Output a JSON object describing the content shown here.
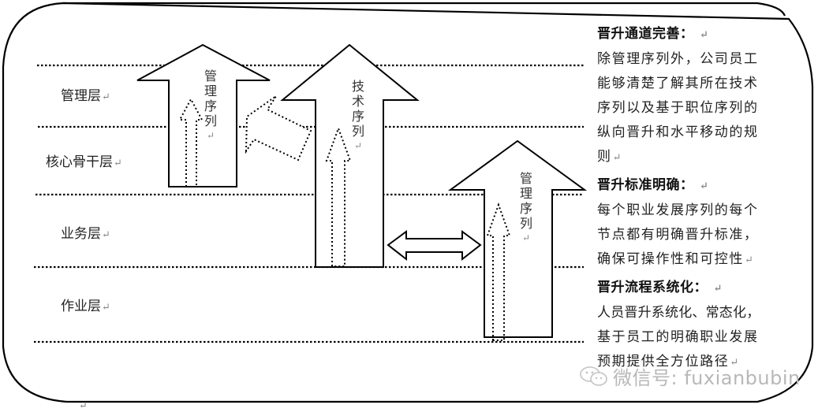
{
  "layers": [
    {
      "label": "管理层"
    },
    {
      "label": "核心骨干层"
    },
    {
      "label": "业务层"
    },
    {
      "label": "作业层"
    }
  ],
  "paragraph_mark": "↵",
  "sequence_mark": "↵",
  "sequences": [
    {
      "label": "管理序列"
    },
    {
      "label": "技术序列"
    },
    {
      "label": "管理序列"
    }
  ],
  "panel": {
    "sections": [
      {
        "title": "晋升通道完善：",
        "lines": [
          "除管理序列外，公司员工",
          "能够清楚了解其所在技术",
          "序列以及基于职位序列的",
          "纵向晋升和水平移动的规",
          "则"
        ]
      },
      {
        "title": "晋升标准明确：",
        "lines": [
          "每个职业发展序列的每个",
          "节点都有明确晋升标准，",
          "确保可操作性和可控性"
        ]
      },
      {
        "title": "晋升流程系统化：",
        "lines": [
          "人员晋升系统化、常态化，",
          "基于员工的明确职业发展",
          "预期提供全方位路径"
        ]
      }
    ]
  },
  "watermark": {
    "text": "微信号: fuxianbubin",
    "icon": "wechat-icon"
  },
  "colors": {
    "stroke": "#000000",
    "mark": "#888888",
    "watermark": "#b8b8b8"
  }
}
